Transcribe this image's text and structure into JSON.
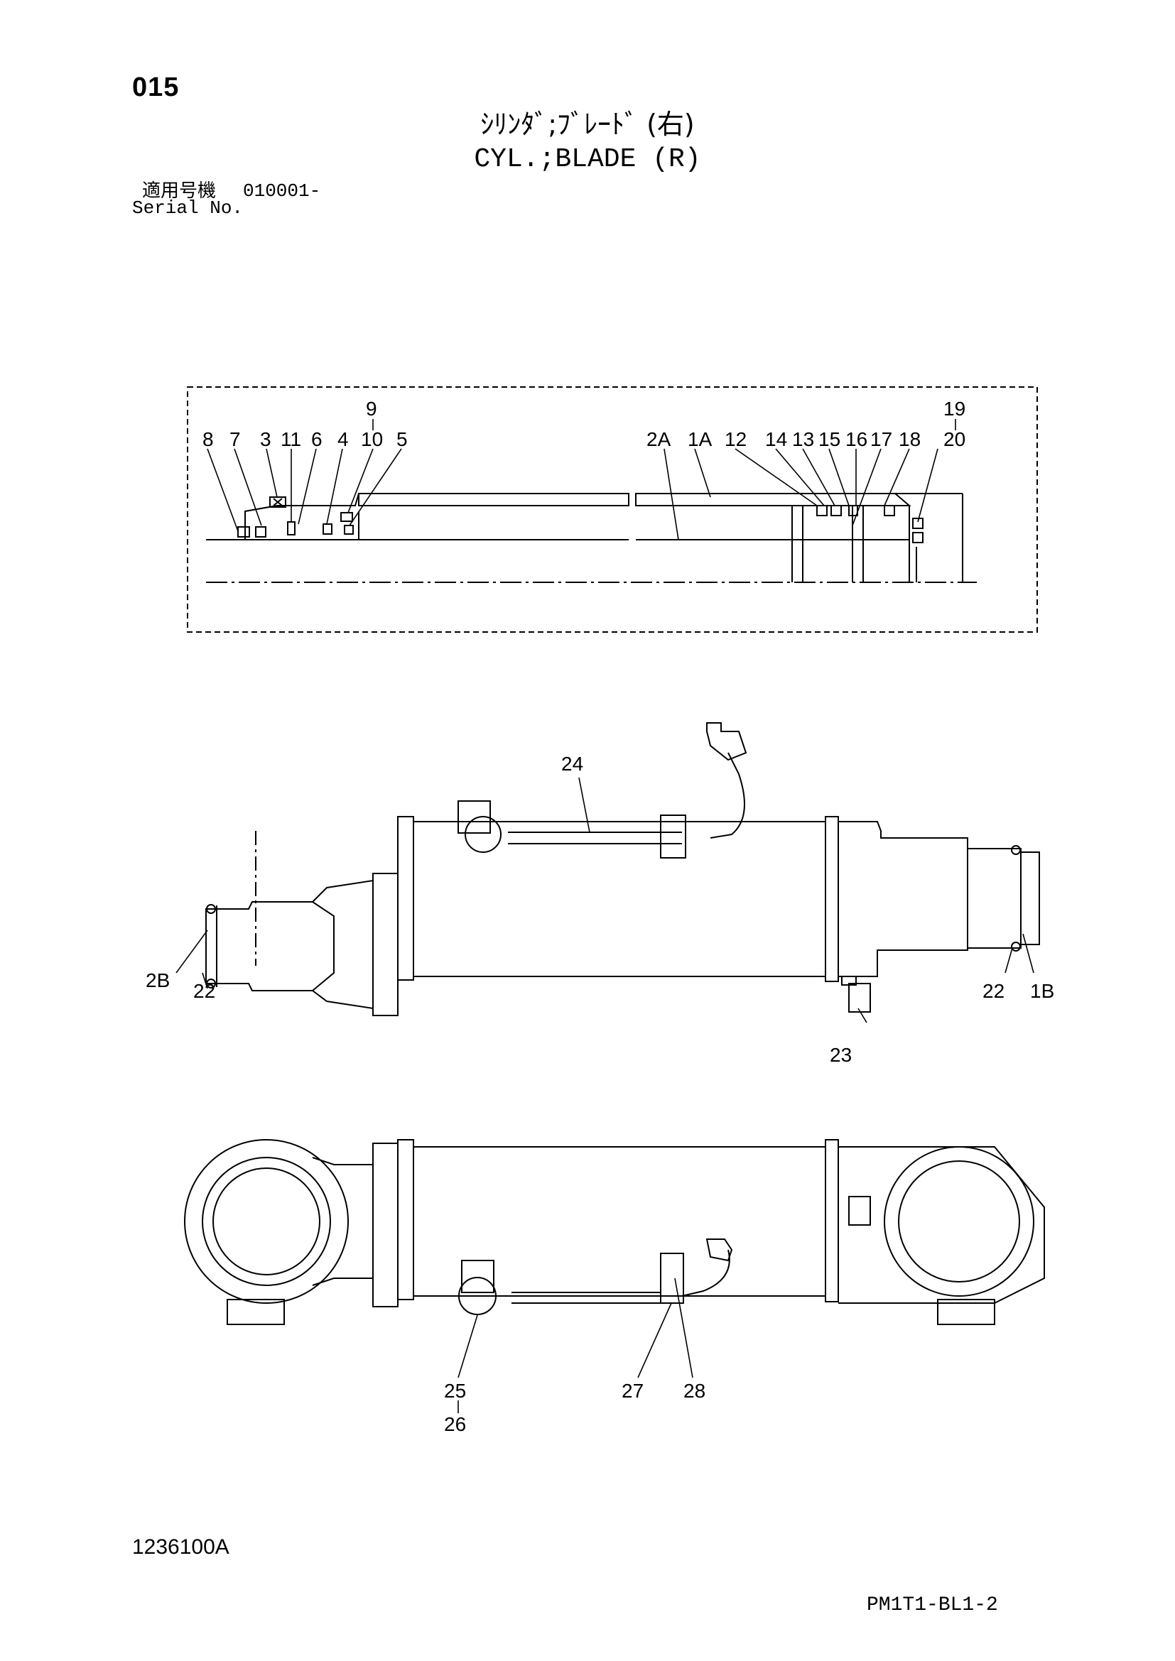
{
  "header": {
    "page_number": "015",
    "title_jp": "ｼﾘﾝﾀﾞ;ﾌﾞﾚｰﾄﾞ (右)",
    "title_en": "CYL.;BLADE (R)",
    "serial_label_jp": "適用号機",
    "serial_value": "010001-",
    "serial_label_en": "Serial No."
  },
  "section_view": {
    "callouts": {
      "c9": "9",
      "c19": "19",
      "c8": "8",
      "c7": "7",
      "c3": "3",
      "c11": "11",
      "c6": "6",
      "c4": "4",
      "c10": "10",
      "c5": "5",
      "c2A": "2A",
      "c1A": "1A",
      "c12": "12",
      "c14": "14",
      "c13": "13",
      "c15": "15",
      "c16": "16",
      "c17": "17",
      "c18": "18",
      "c20": "20"
    }
  },
  "side_view": {
    "callouts": {
      "c24": "24",
      "c2B": "2B",
      "c22_left": "22",
      "c22_right": "22",
      "c1B": "1B",
      "c23": "23"
    }
  },
  "plan_view": {
    "callouts": {
      "c25": "25",
      "c26": "26",
      "c27": "27",
      "c28": "28"
    }
  },
  "footer": {
    "drawing_code": "1236100A",
    "page_code": "PM1T1-BL1-2"
  }
}
